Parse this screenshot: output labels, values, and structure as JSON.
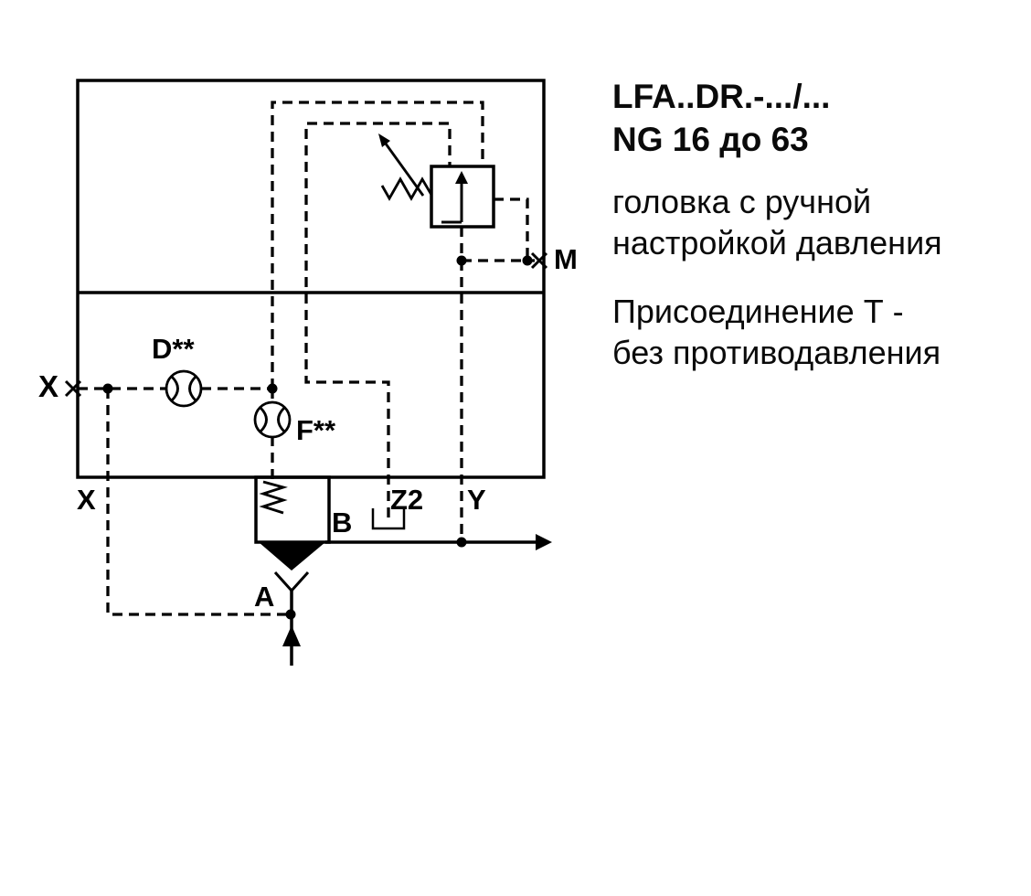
{
  "heading": {
    "line1": "LFA..DR.-.../...",
    "line2": "NG 16 до 63"
  },
  "description": {
    "para1_line1": "головка с ручной",
    "para1_line2": "настройкой давления",
    "para2_line1": "Присоединение Т -",
    "para2_line2": "без противодавления"
  },
  "schematic": {
    "port_labels": {
      "x_pilot": "X",
      "x_drain": "X",
      "a": "A",
      "b": "B",
      "y": "Y",
      "m": "M",
      "z2": "Z2"
    },
    "component_labels": {
      "orifice_d": "D**",
      "orifice_f": "F**"
    },
    "line_color": "#000000",
    "background_color": "#ffffff"
  }
}
